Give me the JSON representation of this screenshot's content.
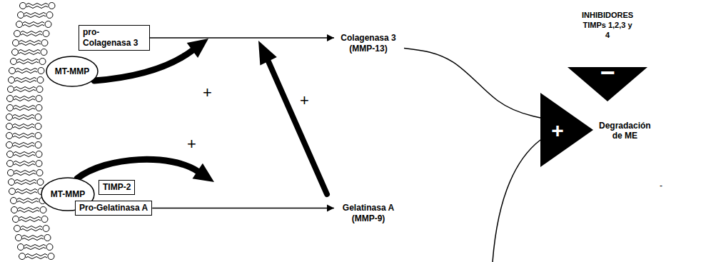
{
  "diagram": {
    "nodes": [
      {
        "text": [
          "MT-MMP"
        ]
      },
      {
        "text": [
          "pro- Colagenasa 3"
        ]
      },
      {
        "text": [
          "Colagenasa 3 (MMP-13)"
        ]
      },
      {
        "text": [
          "MT-MMP"
        ]
      },
      {
        "text": [
          "TIMP-2"
        ]
      },
      {
        "text": [
          "Pro-Gelatinasa A"
        ]
      },
      {
        "text": [
          "Gelatinasa A (MMP-9)"
        ]
      },
      {
        "text": [
          "INHIBIDORES TIMPs 1,2,3 y 4",
          "−"
        ]
      },
      {
        "text": [
          "+",
          "Degradación de ME"
        ]
      }
    ],
    "edges": [
      {
        "from": 1,
        "to": 2,
        "arrow": "to"
      },
      {
        "from": 5,
        "to": 6,
        "arrow": "to"
      },
      {
        "from": 2,
        "to": 8,
        "arrow": "none"
      }
    ],
    "labels": [
      "+",
      "+",
      "+",
      "-"
    ]
  }
}
